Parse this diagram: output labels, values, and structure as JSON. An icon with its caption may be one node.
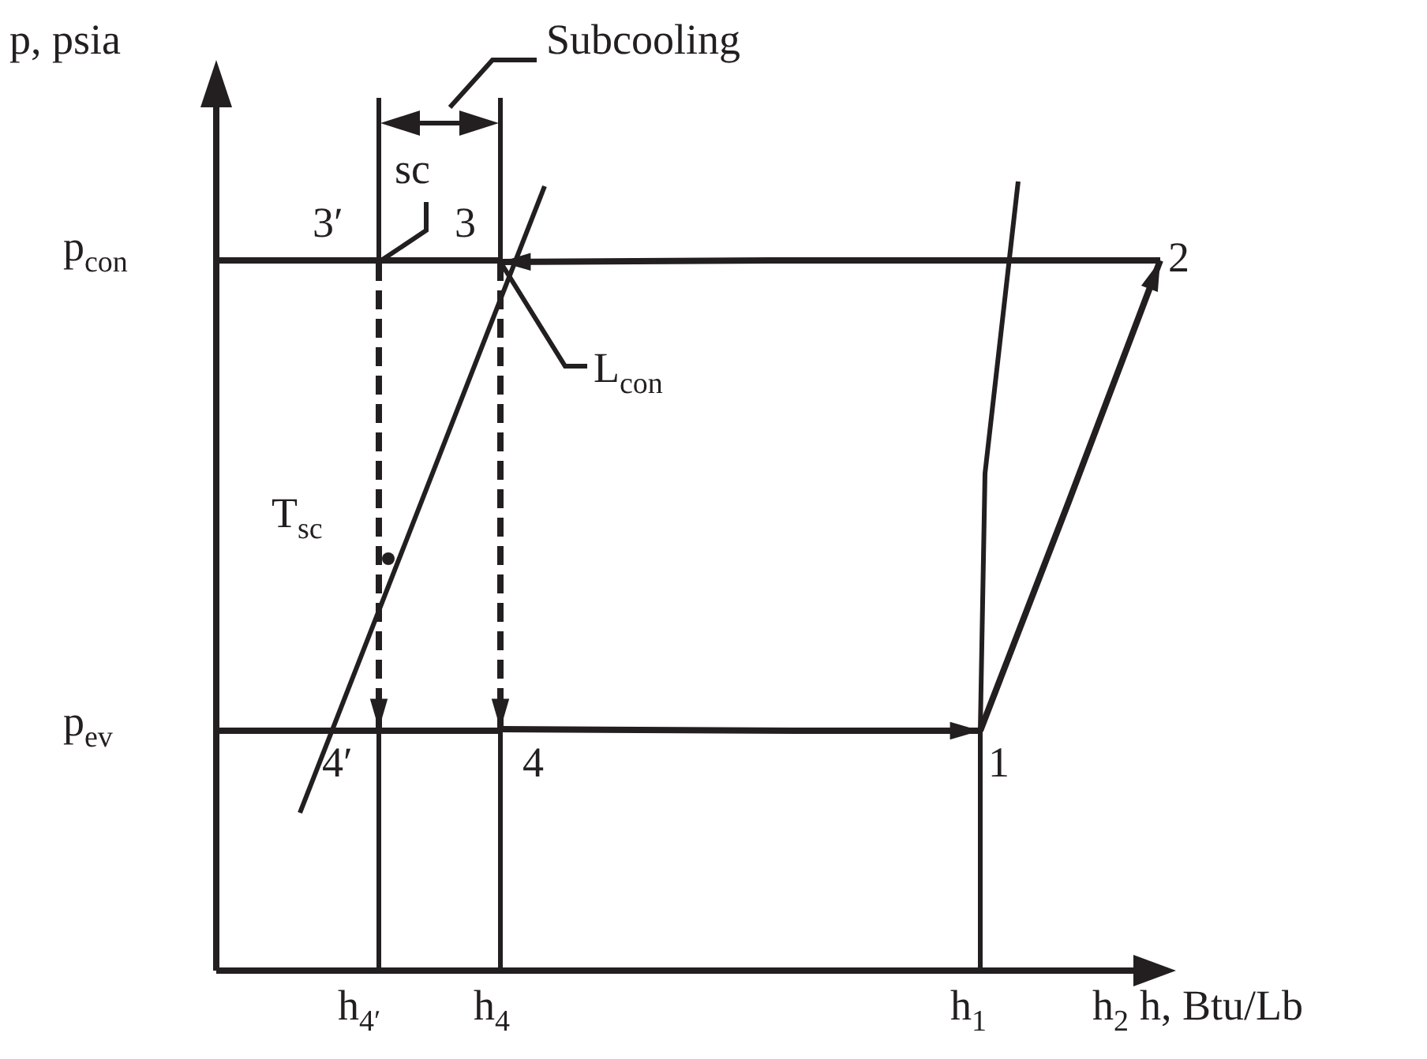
{
  "diagram": {
    "nodes": [
      {
        "text": [
          "3′"
        ]
      },
      {
        "text": [
          "3"
        ]
      },
      {
        "text": [
          "2"
        ]
      },
      {
        "text": [
          "1"
        ]
      },
      {
        "text": [
          "4′"
        ]
      },
      {
        "text": [
          "4"
        ]
      },
      {
        "text": [
          "Subcooling"
        ]
      },
      {
        "text": [
          "sc"
        ]
      },
      {
        "text": [
          "L$_{con}$"
        ]
      }
    ],
    "edges": [
      {
        "from": 3,
        "to": 2,
        "arrow": "to"
      },
      {
        "from": 2,
        "to": 1,
        "arrow": "to"
      },
      {
        "from": 1,
        "to": 5,
        "arrow": "to",
        "style": "dashed"
      },
      {
        "from": 0,
        "to": 4,
        "arrow": "to",
        "style": "dashed"
      },
      {
        "from": 5,
        "to": 3,
        "arrow": "to"
      },
      {
        "from": 6,
        "to": null,
        "arrow": "none"
      },
      {
        "from": 7,
        "to": 0,
        "arrow": "none"
      },
      {
        "from": 8,
        "to": 1,
        "arrow": "none"
      }
    ],
    "labels": [
      "p, psia",
      "p$_{con}$",
      "T$_{sc}$",
      "p$_{ev}$",
      "h$_{4′}$",
      "h$_{4}$",
      "h$_{1}$",
      "h$_{2}$",
      "h, Btu/Lb"
    ]
  }
}
